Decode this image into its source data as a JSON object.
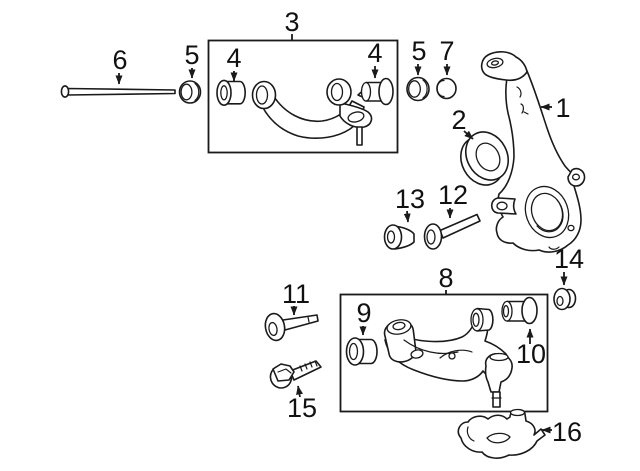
{
  "diagram": {
    "type": "exploded-parts-diagram",
    "subject": "front-suspension-components",
    "colors": {
      "line": "#1a1a1a",
      "background": "#ffffff"
    },
    "callouts": [
      {
        "label": "1",
        "part": "steering-knuckle"
      },
      {
        "label": "2",
        "part": "bearing-ring"
      },
      {
        "label": "3",
        "part": "upper-control-arm-assembly"
      },
      {
        "label": "4",
        "part": "upper-arm-bushing-left"
      },
      {
        "label": "4",
        "part": "upper-arm-bushing-right"
      },
      {
        "label": "5",
        "part": "bushing-outer-left"
      },
      {
        "label": "5",
        "part": "bushing-outer-right"
      },
      {
        "label": "6",
        "part": "through-bolt"
      },
      {
        "label": "7",
        "part": "seal-ring"
      },
      {
        "label": "8",
        "part": "lower-control-arm-assembly"
      },
      {
        "label": "9",
        "part": "lower-arm-bushing-front"
      },
      {
        "label": "10",
        "part": "lower-arm-bushing-rear"
      },
      {
        "label": "11",
        "part": "mount-bolt"
      },
      {
        "label": "12",
        "part": "cam-bolt"
      },
      {
        "label": "13",
        "part": "cam-washer"
      },
      {
        "label": "14",
        "part": "nut"
      },
      {
        "label": "15",
        "part": "flange-bolt"
      },
      {
        "label": "16",
        "part": "skid-bracket"
      }
    ]
  }
}
